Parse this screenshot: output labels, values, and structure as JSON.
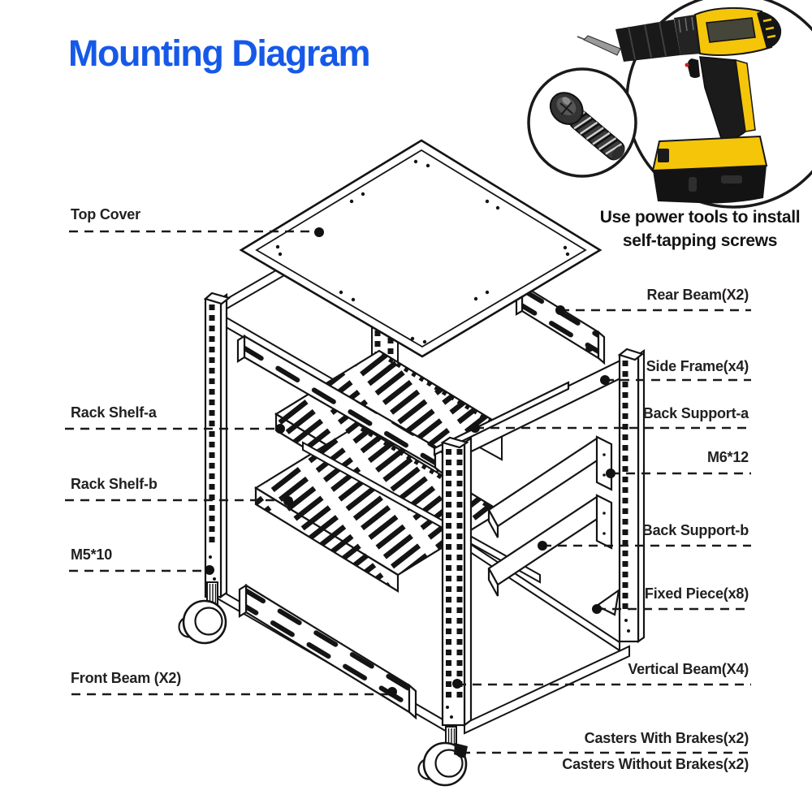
{
  "title": "Mounting Diagram",
  "instruction": {
    "line1": "Use power tools to install",
    "line2": "self-tapping screws"
  },
  "labels_left": [
    {
      "id": "top-cover",
      "text": "Top Cover"
    },
    {
      "id": "rack-shelf-a",
      "text": "Rack Shelf-a"
    },
    {
      "id": "rack-shelf-b",
      "text": "Rack Shelf-b"
    },
    {
      "id": "m5-10",
      "text": "M5*10"
    },
    {
      "id": "front-beam",
      "text": "Front Beam (X2)"
    }
  ],
  "labels_right": [
    {
      "id": "rear-beam",
      "text": "Rear Beam(X2)"
    },
    {
      "id": "side-frame",
      "text": "Side Frame(x4)"
    },
    {
      "id": "back-support-a",
      "text": "Back Support-a"
    },
    {
      "id": "m6-12",
      "text": "M6*12"
    },
    {
      "id": "back-support-b",
      "text": "Back Support-b"
    },
    {
      "id": "fixed-piece",
      "text": "Fixed Piece(x8)"
    },
    {
      "id": "vertical-beam",
      "text": "Vertical Beam(X4)"
    },
    {
      "id": "casters-with-brakes",
      "text": "Casters With Brakes(x2)"
    },
    {
      "id": "casters-without-brakes",
      "text": "Casters Without Brakes(x2)"
    }
  ],
  "icons": {
    "drill": "power-drill-photo",
    "screw": "self-tapping-screw-photo"
  },
  "colors": {
    "title_blue": "#1659E8",
    "line_art": "#141414",
    "drill_yellow": "#F5C50A",
    "drill_black": "#161616",
    "label_text": "#232020"
  }
}
